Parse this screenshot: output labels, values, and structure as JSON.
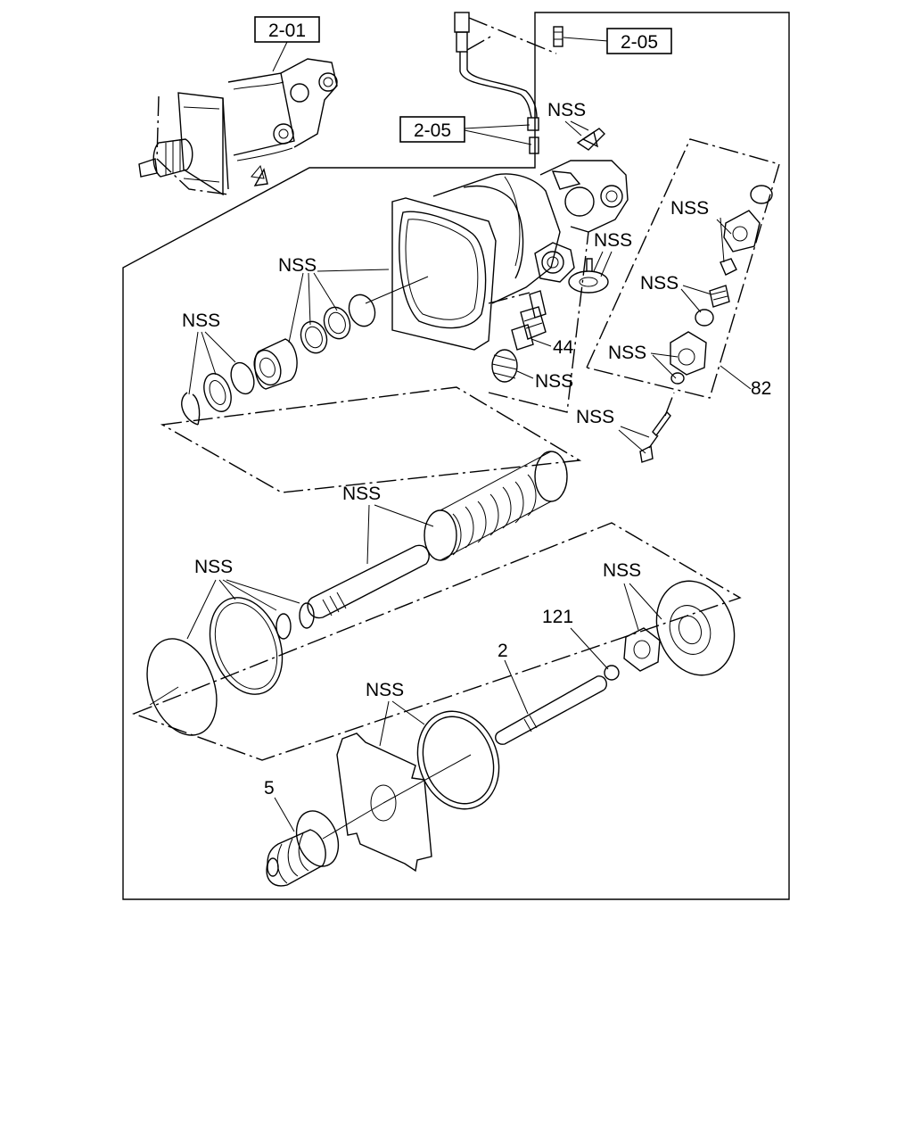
{
  "refs": {
    "r201": "2-01",
    "r205a": "2-05",
    "r205b": "2-05"
  },
  "labels": {
    "nss_fitting": "NSS",
    "nss_valve_cover": "NSS",
    "nss_outlet": "NSS",
    "nss_spring_small": "NSS",
    "nss_piston_seals": "NSS",
    "nss_snap_ring": "NSS",
    "nss_valve_spring": "NSS",
    "nss_valve_body": "NSS",
    "nss_bolt": "NSS",
    "nss_push_rod": "NSS",
    "nss_cylinder_seals": "NSS",
    "nss_nut": "NSS",
    "nss_plate": "NSS",
    "p44": "44",
    "p82": "82",
    "p121": "121",
    "p2": "2",
    "p5": "5"
  }
}
